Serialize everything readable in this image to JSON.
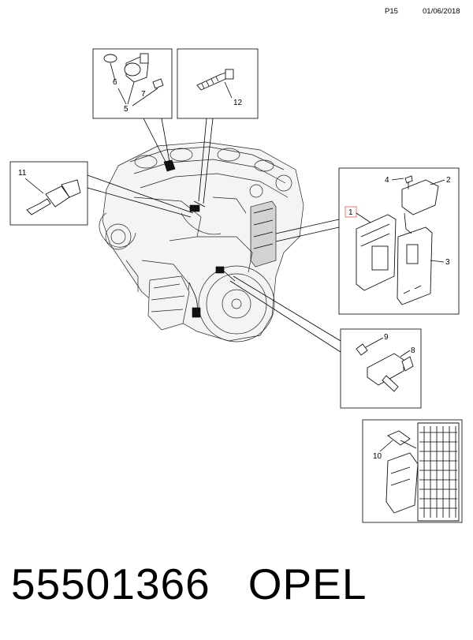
{
  "header": {
    "page": "P15",
    "date": "01/06/2018"
  },
  "callouts": {
    "c1": "1",
    "c2": "2",
    "c3": "3",
    "c4": "4",
    "c5": "5",
    "c6": "6",
    "c7": "7",
    "c8": "8",
    "c9": "9",
    "c10": "10",
    "c11": "11",
    "c12": "12"
  },
  "footer": {
    "part_number": "55501366",
    "brand": "OPEL"
  },
  "colors": {
    "highlight": "#e0787a"
  }
}
